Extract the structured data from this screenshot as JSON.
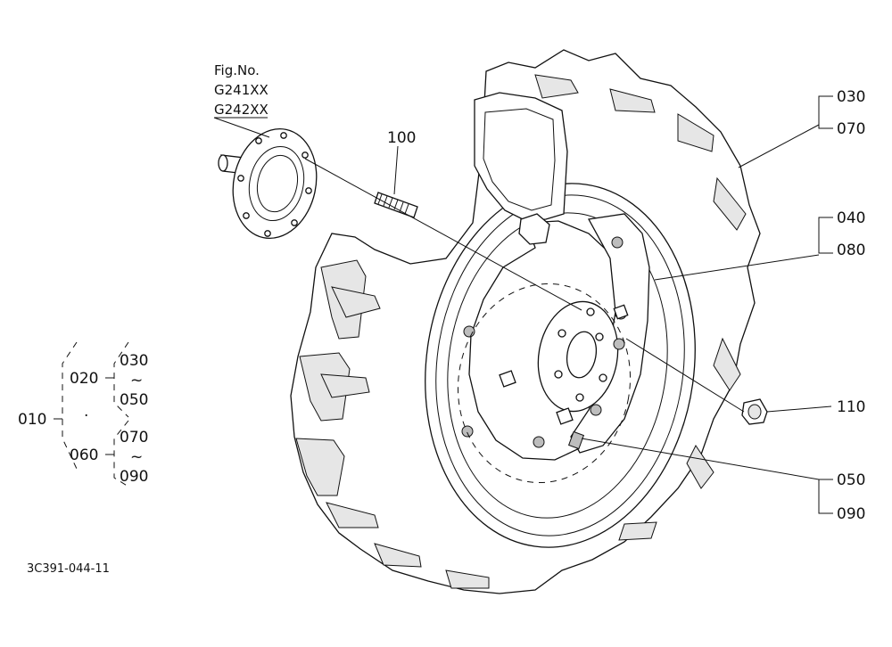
{
  "fig": {
    "heading": "Fig.No.",
    "numbers": [
      "G241XX",
      "G242XX"
    ]
  },
  "callouts": {
    "c100": "100",
    "c030": "030",
    "c070": "070",
    "c040": "040",
    "c080": "080",
    "c110": "110",
    "c050": "050",
    "c090": "090"
  },
  "tree": {
    "root": "010",
    "dot": "·",
    "branch_a": "020",
    "branch_b": "060",
    "a_from": "030",
    "a_tilde": "~",
    "a_to": "050",
    "b_from": "070",
    "b_tilde": "~",
    "b_to": "090"
  },
  "drawing_code": "3C391-044-11"
}
